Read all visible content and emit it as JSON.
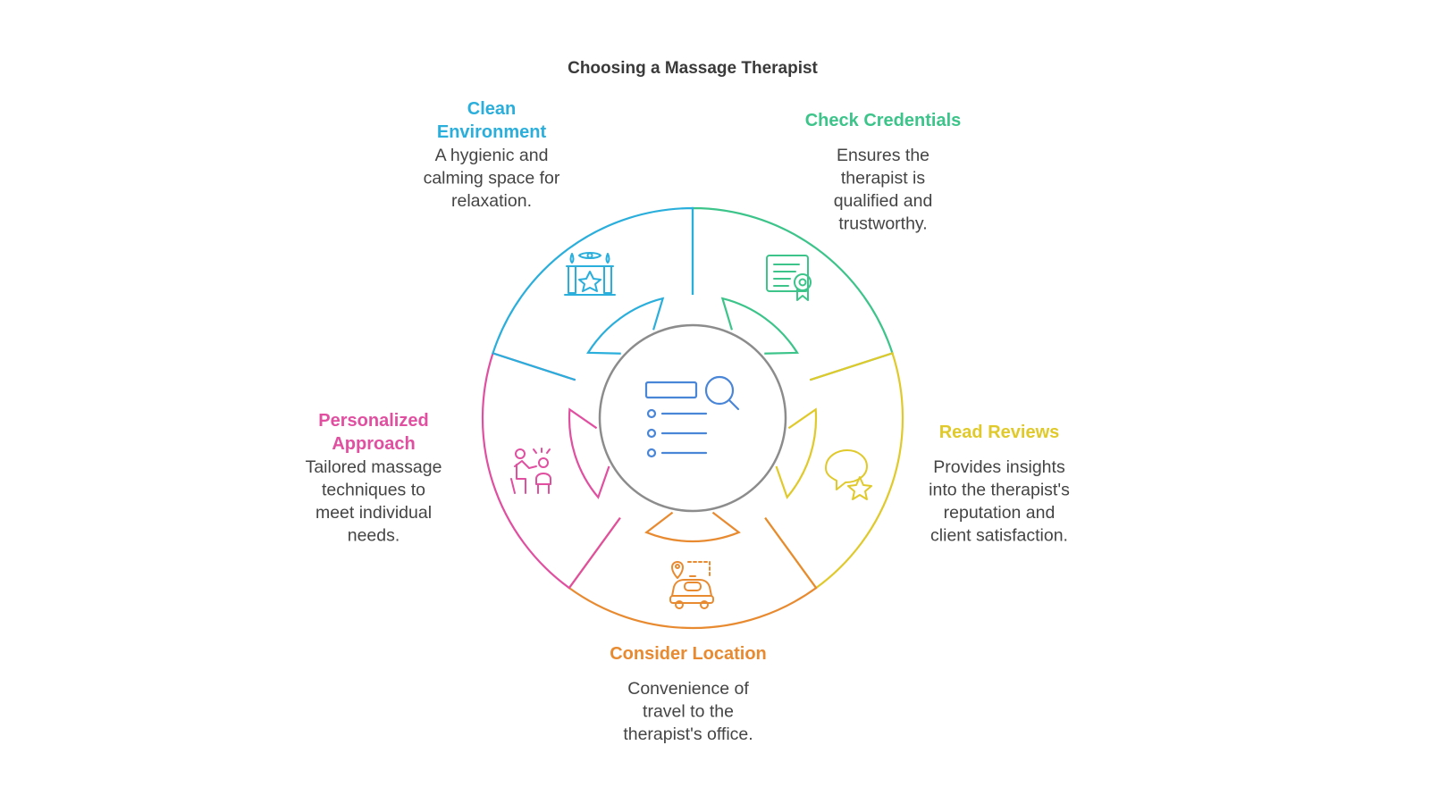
{
  "title": "Choosing a Massage Therapist",
  "center_icon": "search-checklist-icon",
  "center_color": "#4a86d8",
  "ring_color": "#8c8c8c",
  "segments": [
    {
      "key": "check-credentials",
      "heading": "Check Credentials",
      "desc": [
        "Ensures the",
        "therapist is",
        "qualified and",
        "trustworthy."
      ],
      "color": "#3cc48a",
      "icon": "certificate-icon"
    },
    {
      "key": "read-reviews",
      "heading": "Read Reviews",
      "desc": [
        "Provides insights",
        "into the therapist's",
        "reputation and",
        "client satisfaction."
      ],
      "color": "#e0c92a",
      "icon": "chat-star-icon"
    },
    {
      "key": "consider-location",
      "heading": "Consider Location",
      "desc": [
        "Convenience of",
        "travel to the",
        "therapist's office."
      ],
      "color": "#e88a30",
      "icon": "car-location-icon"
    },
    {
      "key": "personalized-approach",
      "heading": [
        "Personalized",
        "Approach"
      ],
      "desc": [
        "Tailored massage",
        "techniques to",
        "meet individual",
        "needs."
      ],
      "color": "#e04fa0",
      "icon": "therapist-client-icon"
    },
    {
      "key": "clean-environment",
      "heading": [
        "Clean",
        "Environment"
      ],
      "desc": [
        "A hygienic and",
        "calming space for",
        "relaxation."
      ],
      "color": "#2aaedb",
      "icon": "spa-altar-icon"
    }
  ]
}
